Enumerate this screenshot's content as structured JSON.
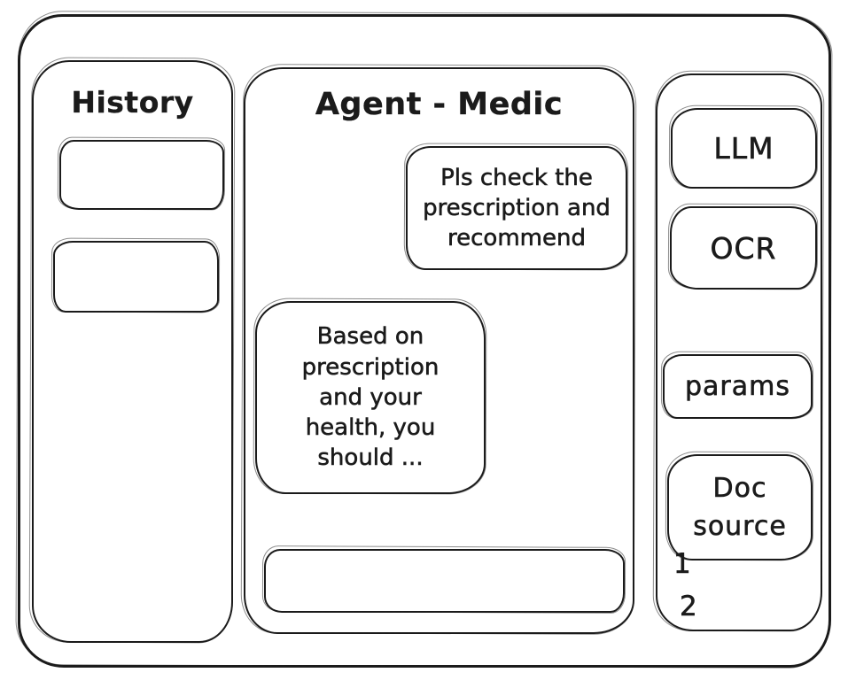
{
  "colors": {
    "ink": "#1b1b1b",
    "surface": "#ffffff"
  },
  "history_panel": {
    "title": "History",
    "items": [
      {
        "label": ""
      },
      {
        "label": ""
      }
    ]
  },
  "chat": {
    "title": "Agent - Medic",
    "messages": [
      {
        "role": "user",
        "text": "Pls check the prescription and recommend"
      },
      {
        "role": "agent",
        "text": "Based on prescription and your health, you should ..."
      }
    ],
    "input": {
      "value": ""
    }
  },
  "tools_panel": {
    "buttons": [
      {
        "label": "LLM"
      },
      {
        "label": "OCR"
      },
      {
        "label": "params"
      },
      {
        "label": "Doc source"
      }
    ],
    "doc_source_items": [
      "1",
      "2"
    ]
  }
}
